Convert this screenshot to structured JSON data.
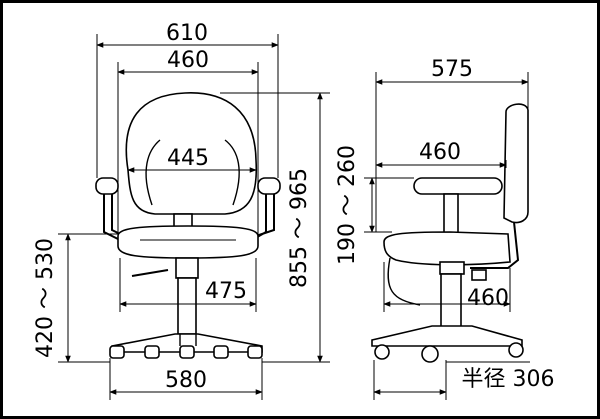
{
  "diagram": {
    "front_view": {
      "overall_width": "610",
      "backrest_width": "460",
      "backrest_inner_width": "445",
      "seat_depth_label": "475",
      "seat_height_range": "420 ～ 530",
      "base_width": "580"
    },
    "side_view": {
      "overall_depth": "575",
      "armrest_depth": "460",
      "armrest_height_range": "190 ～ 260",
      "seat_depth": "460",
      "overall_height_range": "855 ～ 965",
      "base_radius": "半径 306"
    }
  }
}
